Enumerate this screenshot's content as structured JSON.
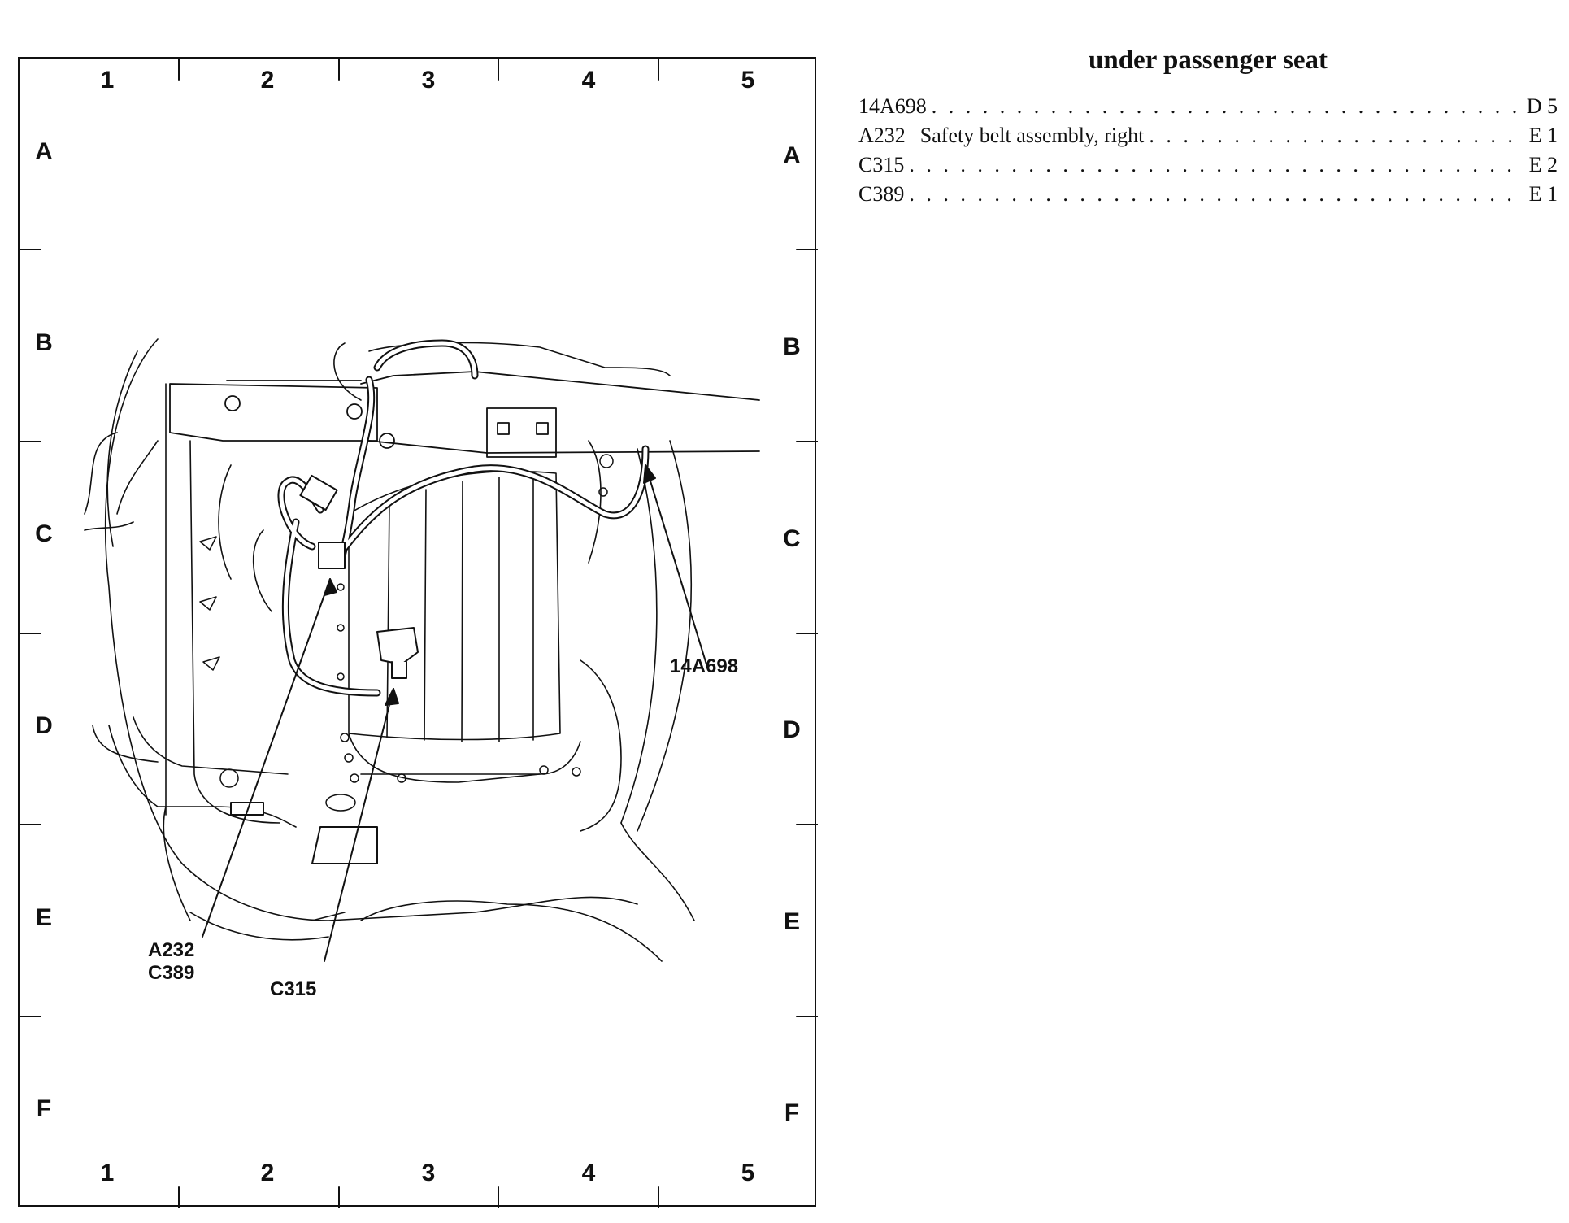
{
  "legend": {
    "title": "under passenger seat",
    "items": [
      {
        "code": "14A698",
        "description": "",
        "location": "D 5"
      },
      {
        "code": "A232",
        "description": "Safety belt assembly, right",
        "location": "E 1"
      },
      {
        "code": "C315",
        "description": "",
        "location": "E 2"
      },
      {
        "code": "C389",
        "description": "",
        "location": "E 1"
      }
    ]
  },
  "grid": {
    "columns": [
      "1",
      "2",
      "3",
      "4",
      "5"
    ],
    "rows": [
      "A",
      "B",
      "C",
      "D",
      "E",
      "F"
    ]
  },
  "callouts": {
    "harness": "14A698",
    "belt_line1": "A232",
    "belt_line2": "C389",
    "connector": "C315"
  }
}
